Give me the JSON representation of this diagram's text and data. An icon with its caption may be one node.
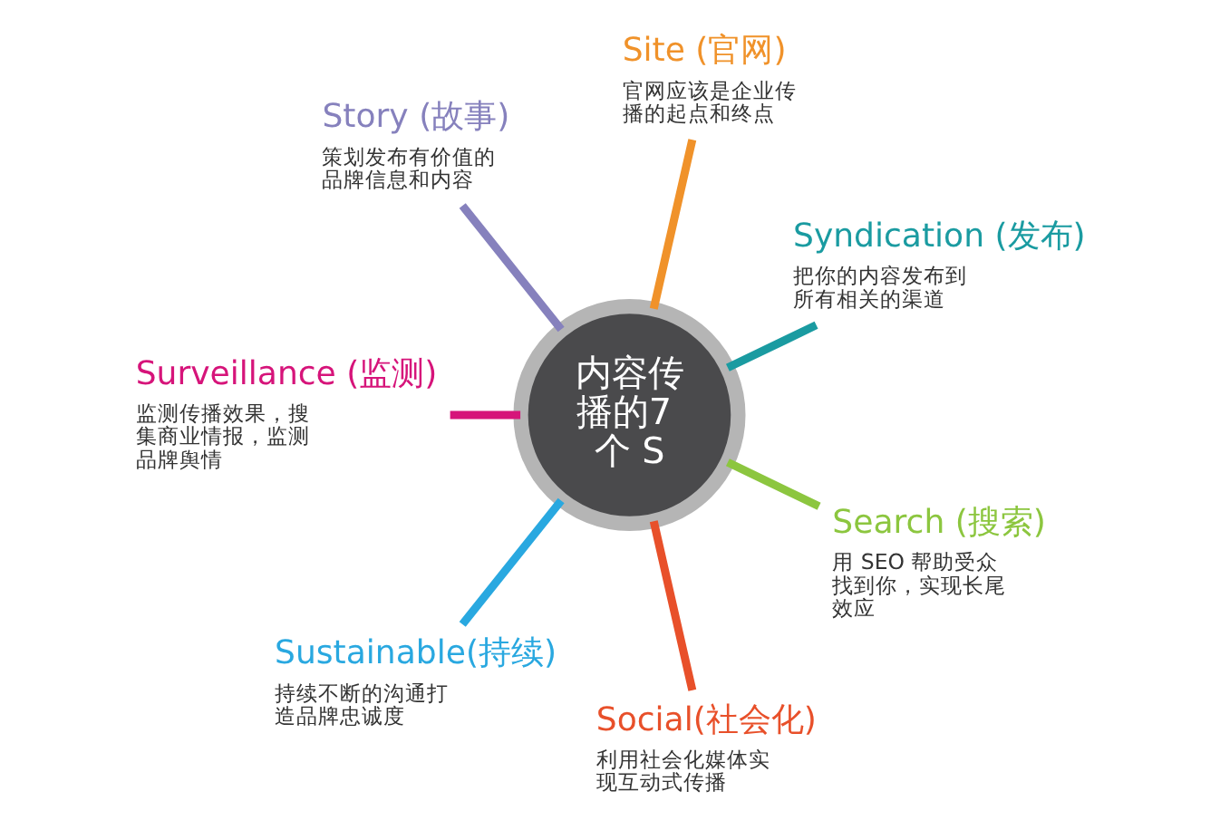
{
  "diagram": {
    "nodes": [
      {
        "text": [
          "内容传播的7 个 S"
        ]
      },
      {
        "text": [
          "Site (官网)",
          "官网应该是企业传播的起点和终点"
        ]
      },
      {
        "text": [
          "Syndication (发布)",
          "把你的内容发布到所有相关的渠道"
        ]
      },
      {
        "text": [
          "Search (搜索)",
          "用 SEO 帮助受众找到你，实现长尾效应"
        ]
      },
      {
        "text": [
          "Social(社会化)",
          "利用社会化媒体实现互动式传播"
        ]
      },
      {
        "text": [
          "Sustainable(持续)",
          "持续不断的沟通打造品牌忠诚度"
        ]
      },
      {
        "text": [
          "Surveillance (监测)",
          "监测传播效果，搜集商业情报，监测品牌舆情"
        ]
      },
      {
        "text": [
          "Story (故事)",
          "策划发布有价值的品牌信息和内容"
        ]
      }
    ],
    "edges": [
      {
        "from": 0,
        "to": 1,
        "arrow": "none",
        "color": "#f0922a"
      },
      {
        "from": 0,
        "to": 2,
        "arrow": "none",
        "color": "#1a9ba1"
      },
      {
        "from": 0,
        "to": 3,
        "arrow": "none",
        "color": "#8cc63f"
      },
      {
        "from": 0,
        "to": 4,
        "arrow": "none",
        "color": "#e8502a"
      },
      {
        "from": 0,
        "to": 5,
        "arrow": "none",
        "color": "#29a8e0"
      },
      {
        "from": 0,
        "to": 6,
        "arrow": "none",
        "color": "#d6147a"
      },
      {
        "from": 0,
        "to": 7,
        "arrow": "none",
        "color": "#8681bd"
      }
    ]
  }
}
